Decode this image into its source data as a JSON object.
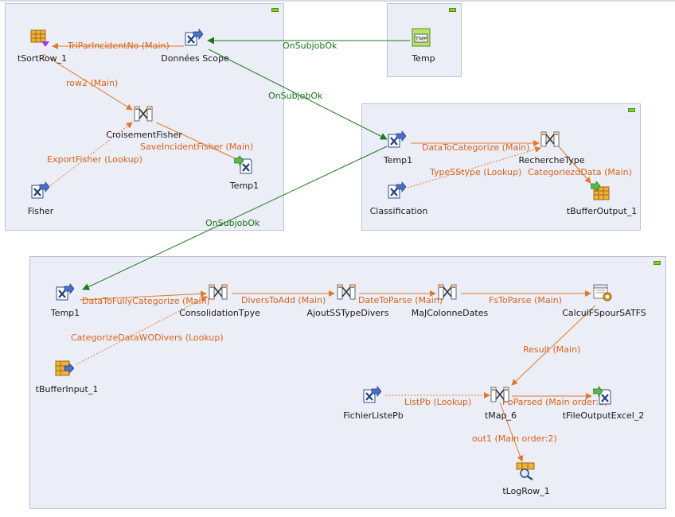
{
  "colors": {
    "main_flow": "#e07a2a",
    "lookup_flow": "#e07a2a",
    "trigger": "#1f7a1f",
    "group_bg": "#eceef7",
    "label_main": "#d9621a",
    "label_trigger": "#1a6e1a"
  },
  "nodes": {
    "tSortRow_1": {
      "label": "tSortRow_1",
      "icon": "sort-icon"
    },
    "donnees_scope": {
      "label": "Données Scope",
      "icon": "excel-input-icon"
    },
    "temp_tmp": {
      "label": "Temp",
      "icon": "tmp-file-icon"
    },
    "croisement_fisher": {
      "label": "CroisementFisher",
      "icon": "tmap-icon"
    },
    "fisher": {
      "label": "Fisher",
      "icon": "excel-input-icon"
    },
    "temp1_out_a": {
      "label": "Temp1",
      "icon": "excel-output-icon"
    },
    "temp1_in_b": {
      "label": "Temp1",
      "icon": "excel-input-icon"
    },
    "recherche_type": {
      "label": "RechercheType",
      "icon": "tmap-icon"
    },
    "classification": {
      "label": "Classification",
      "icon": "excel-input-icon"
    },
    "tBufferOutput_1": {
      "label": "tBufferOutput_1",
      "icon": "buffer-output-icon"
    },
    "temp1_in_c": {
      "label": "Temp1",
      "icon": "excel-input-icon"
    },
    "consolidation_tpye": {
      "label": "ConsolidationTpye",
      "icon": "tmap-icon"
    },
    "ajout_sstype_divers": {
      "label": "AjoutSSTypeDivers",
      "icon": "tmap-icon"
    },
    "majcolonne_dates": {
      "label": "MaJColonneDates",
      "icon": "tmap-icon"
    },
    "calculf_spour_satfs": {
      "label": "CalculFSpourSATFS",
      "icon": "java-row-icon"
    },
    "tBufferInput_1": {
      "label": "tBufferInput_1",
      "icon": "buffer-input-icon"
    },
    "fichier_liste_pb": {
      "label": "FichierListePb",
      "icon": "excel-input-icon"
    },
    "tMap_6": {
      "label": "tMap_6",
      "icon": "tmap-icon"
    },
    "tFileOutputExcel_2": {
      "label": "tFileOutputExcel_2",
      "icon": "excel-output-icon"
    },
    "tLogRow_1": {
      "label": "tLogRow_1",
      "icon": "log-row-icon"
    }
  },
  "links": {
    "tri_par_incident": "TriParIncidentNo (Main)",
    "onsubjob_top": "OnSubjobOk",
    "row2": "row2 (Main)",
    "onsubjob_mid": "OnSubjobOk",
    "export_fisher": "ExportFisher (Lookup)",
    "save_incident_fisher": "SaveIncidentFisher (Main)",
    "data_to_categorize": "DataToCategorize (Main)",
    "typesstype": "TypeSStype (Lookup)",
    "categoriezd_data": "CategoriezdData (Main)",
    "onsubjob_low": "OnSubjobOk",
    "data_to_fully_categorize": "DataToFullyCategorize (Main)",
    "divers_to_add": "DiversToAdd (Main)",
    "date_to_parse": "DateToParse (Main)",
    "fs_to_parse": "FsToParse (Main)",
    "categorize_data_wodivers": "CategorizeDataWODivers (Lookup)",
    "result": "Result (Main)",
    "list_pb": "ListPb (Lookup)",
    "pb_parsed": "PbParsed (Main order:1)",
    "out1": "out1 (Main order:2)"
  }
}
